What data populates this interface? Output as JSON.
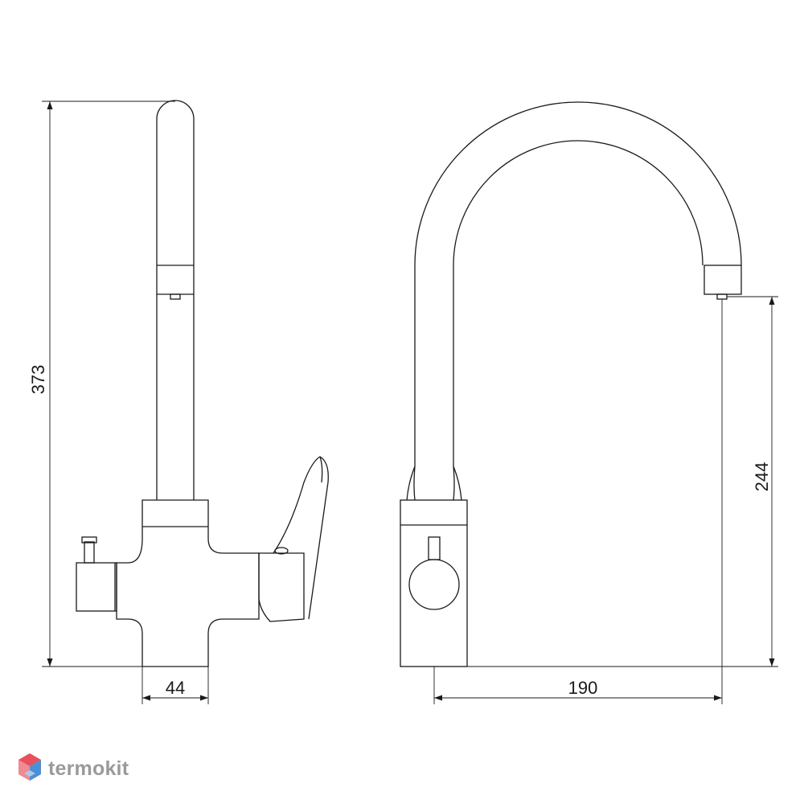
{
  "dimensions": {
    "height_total": "373",
    "spout_height": "244",
    "body_width": "44",
    "spout_reach": "190"
  },
  "brand": {
    "name": "termokit",
    "icon": "hexagon-logo-icon"
  },
  "colors": {
    "line": "#1a1a1a",
    "logo_red": "#e8505b",
    "logo_blue": "#4d8fd6",
    "logo_text": "#9a9a9a"
  }
}
